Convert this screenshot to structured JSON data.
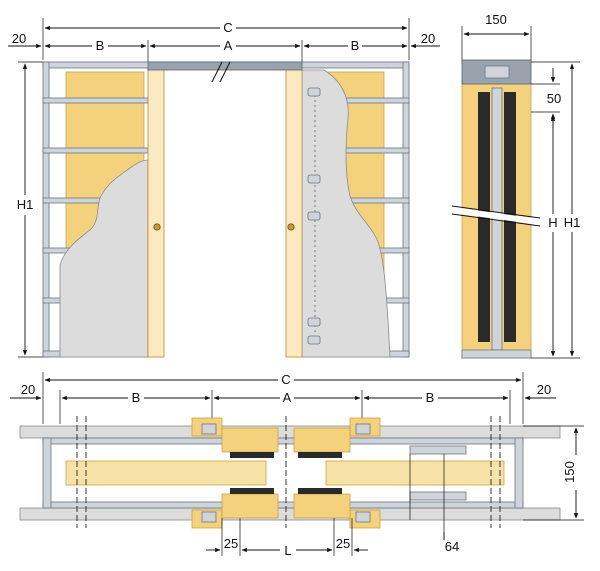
{
  "front_view": {
    "dim_c": "C",
    "dim_a": "A",
    "dim_b_left": "B",
    "dim_b_right": "B",
    "dim_20_left": "20",
    "dim_20_right": "20",
    "dim_h1": "H1"
  },
  "side_view": {
    "dim_150": "150",
    "dim_50": "50",
    "dim_h": "H",
    "dim_h1": "H1"
  },
  "plan_view": {
    "dim_c": "C",
    "dim_a": "A",
    "dim_b_left": "B",
    "dim_b_right": "B",
    "dim_20_left": "20",
    "dim_20_right": "20",
    "dim_150": "150",
    "dim_25_left": "25",
    "dim_25_right": "25",
    "dim_l": "L",
    "dim_64": "64"
  },
  "colors": {
    "wood": "#f4d27d",
    "metal": "#cfd4da",
    "door_leaf": "#fbeac0",
    "plaster_cutaway": "#dcdcdc"
  }
}
